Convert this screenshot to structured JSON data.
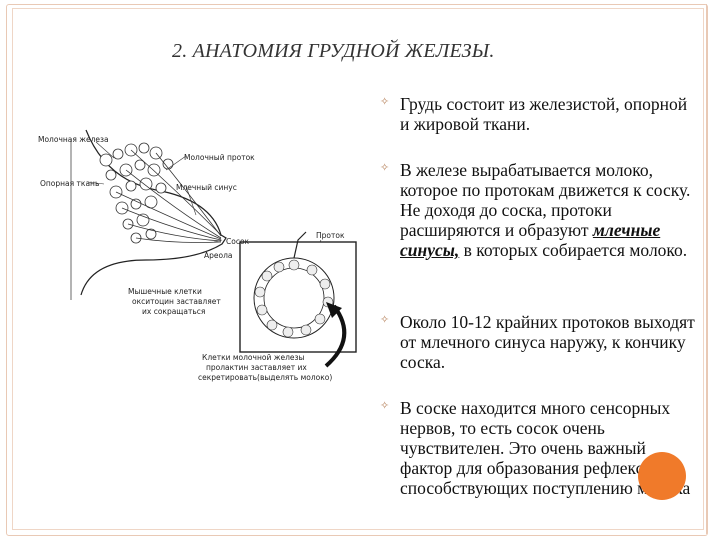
{
  "slide": {
    "title": "2. АНАТОМИЯ ГРУДНОЙ ЖЕЛЕЗЫ.",
    "bullets": [
      {
        "text": "Грудь состоит из железистой, опорной  и жировой ткани."
      },
      {
        "text_before": "В железе вырабатывается молоко, которое по протокам движется к соску. Не доходя до соска, протоки расширяются и образуют ",
        "emphasis": "млечные синусы,",
        "text_after": " в которых собирается молоко."
      },
      {
        "text": "Около 10-12 крайних протоков выходят от млечного синуса наружу, к кончику соска."
      },
      {
        "text": "В соске находится много сенсорных нервов, то есть сосок очень чувствителен. Это очень важный фактор для образования рефлексов, способствующих поступлению молока"
      }
    ],
    "bullet_icon": "four-point-star-icon"
  },
  "diagram": {
    "labels": {
      "gland": "Молочная железа",
      "duct": "Молочный проток",
      "support": "Опорная ткань",
      "sinus": "Млечный синус",
      "nipple": "Сосок",
      "areola": "Ареола",
      "duct2": "Проток",
      "muscle_1": "Мышечные клетки",
      "muscle_2": "окситоцин заставляет",
      "muscle_3": "их сокращаться",
      "cells_1": "Клетки молочной железы",
      "cells_2": "пролактин заставляет их",
      "cells_3": "секретировать(выделять молоко)"
    }
  },
  "colors": {
    "accent": "#f07a2a",
    "frame": "#e9c9b5",
    "bullet": "#b8855f"
  }
}
